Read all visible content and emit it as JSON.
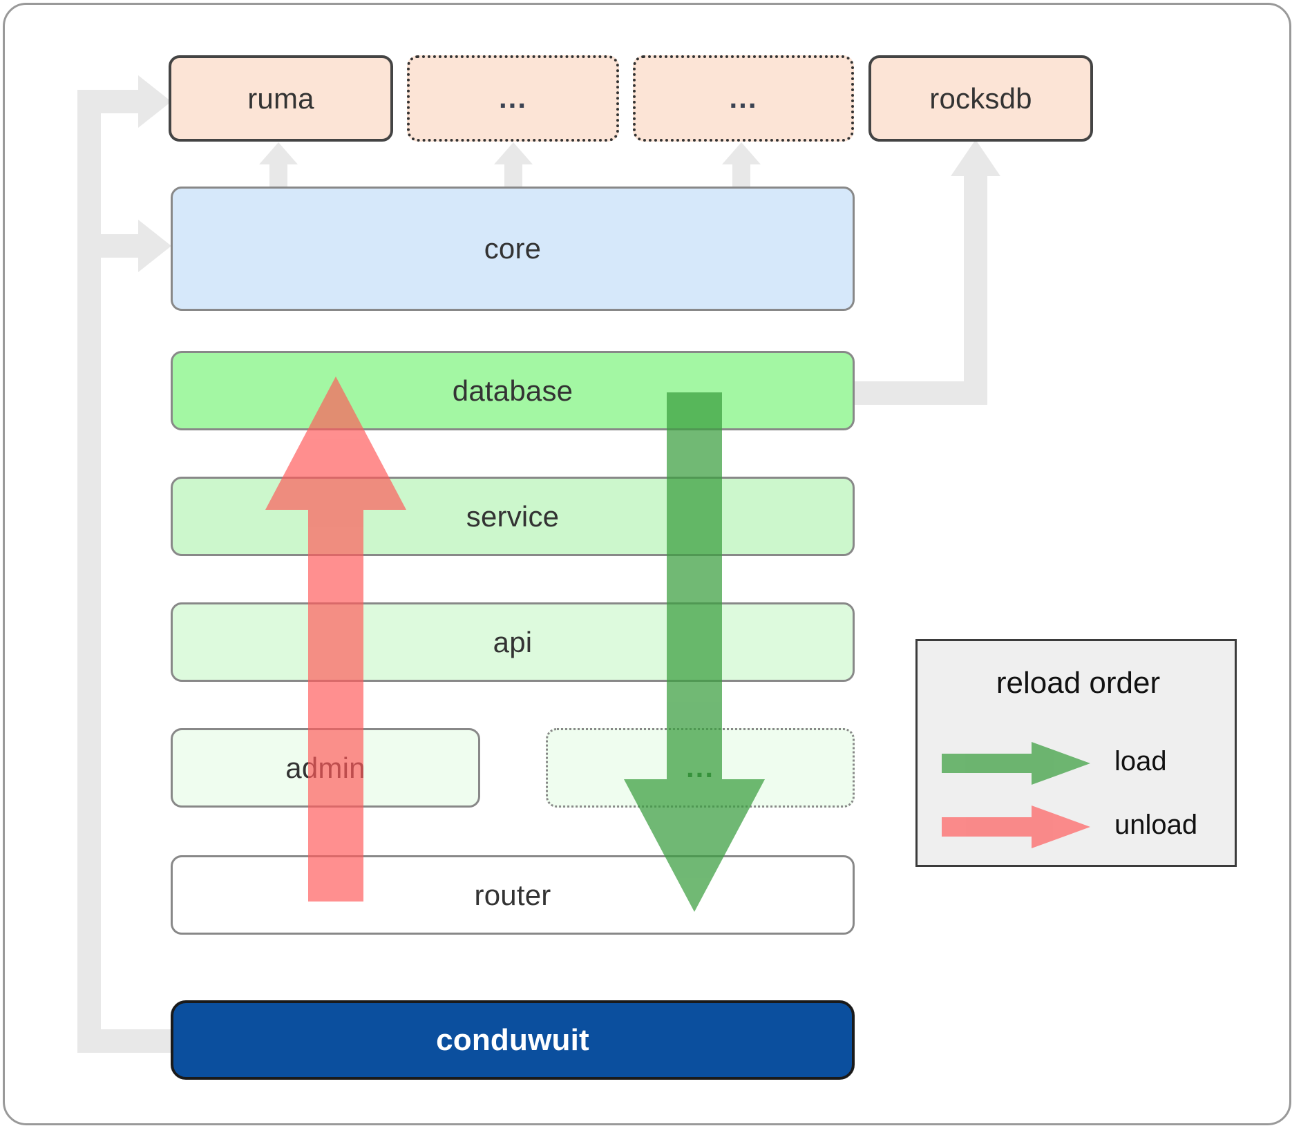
{
  "diagram": {
    "title": "conduwuit module reload order",
    "background": "#ffffff",
    "frame_color": "#999999"
  },
  "external_deps": [
    {
      "label": "ruma",
      "style": "solid",
      "fill": "#fce4d6",
      "border": "#444444"
    },
    {
      "label": "...",
      "style": "dotted",
      "fill": "#fce4d6",
      "border": "#333333"
    },
    {
      "label": "...",
      "style": "dotted",
      "fill": "#fce4d6",
      "border": "#333333"
    },
    {
      "label": "rocksdb",
      "style": "solid",
      "fill": "#fce4d6",
      "border": "#444444"
    }
  ],
  "layers": [
    {
      "label": "core",
      "style": "solid",
      "fill": "#d6e8fa",
      "border": "#888888"
    },
    {
      "label": "database",
      "style": "solid",
      "fill": "#a3f7a3",
      "border": "#888888"
    },
    {
      "label": "service",
      "style": "solid",
      "fill": "#ccf7cc",
      "border": "#888888"
    },
    {
      "label": "api",
      "style": "solid",
      "fill": "#ddfadd",
      "border": "#888888"
    },
    {
      "label": "admin",
      "style": "solid",
      "fill": "#effdef",
      "border": "#888888"
    },
    {
      "label": "...",
      "style": "dotted",
      "fill": "#effdef",
      "border": "#888888"
    },
    {
      "label": "router",
      "style": "solid",
      "fill": "#ffffff",
      "border": "#888888"
    }
  ],
  "root_node": {
    "label": "conduwuit",
    "fill": "#0b4f9e",
    "border": "#1a1a1a",
    "text_color": "#ffffff"
  },
  "legend": {
    "title": "reload order",
    "background": "#efefef",
    "border": "#3b3b3b",
    "entries": [
      {
        "label": "load",
        "color": "#4caf50",
        "direction": "right"
      },
      {
        "label": "unload",
        "color": "#ff8585",
        "direction": "right"
      }
    ]
  },
  "flow_arrows": [
    {
      "name": "unload-arrow",
      "color": "#ff8585",
      "direction": "up",
      "from": "router",
      "to": "database"
    },
    {
      "name": "load-arrow",
      "color": "#4caf50",
      "direction": "down",
      "from": "database",
      "to": "router"
    }
  ],
  "connector_color": "#e8e8e8"
}
